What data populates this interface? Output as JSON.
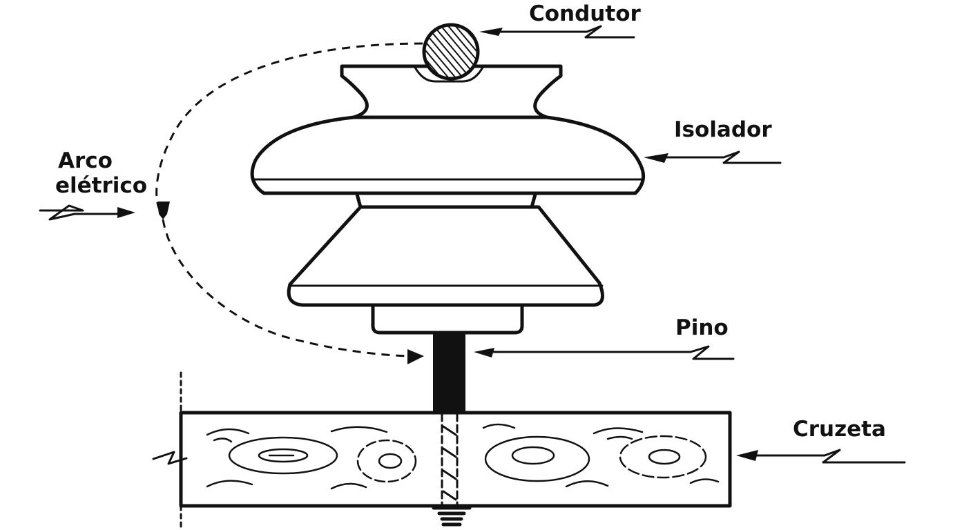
{
  "labels": {
    "conductor": "Condutor",
    "insulator": "Isolador",
    "arc_line1": "Arco",
    "arc_line2": "elétrico",
    "pin": "Pino",
    "crossarm": "Cruzeta"
  }
}
